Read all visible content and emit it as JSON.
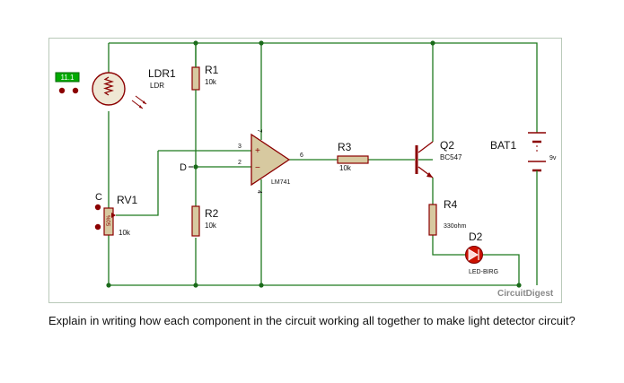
{
  "schematic": {
    "ldr": {
      "ref": "LDR1",
      "value": "LDR",
      "meter": "11.1"
    },
    "r1": {
      "ref": "R1",
      "value": "10k"
    },
    "r2": {
      "ref": "R2",
      "value": "10k"
    },
    "r3": {
      "ref": "R3",
      "value": "10k"
    },
    "r4": {
      "ref": "R4",
      "value": "330ohm"
    },
    "rv1": {
      "ref": "RV1",
      "value": "10k",
      "wiper": "C",
      "percent": "50%"
    },
    "opamp": {
      "part": "LM741",
      "pin3": "3",
      "pin2": "2",
      "pin6": "6",
      "pin7": "7",
      "pin4": "4",
      "plus": "+",
      "minus": "−"
    },
    "node_d": "D",
    "q2": {
      "ref": "Q2",
      "part": "BC547"
    },
    "d2": {
      "ref": "D2",
      "part": "LED-BIRG"
    },
    "bat1": {
      "ref": "BAT1",
      "value": "9v"
    },
    "watermark": "CircuitDigest"
  },
  "question": "Explain in writing how each component in the circuit working all together to make light detector circuit?",
  "colors": {
    "wire": "#1f7a1f",
    "node": "#1a6a1a",
    "component": "#8b0000",
    "body": "#d7c9a0",
    "meter": "#00aa00",
    "led": "#cc1100"
  }
}
